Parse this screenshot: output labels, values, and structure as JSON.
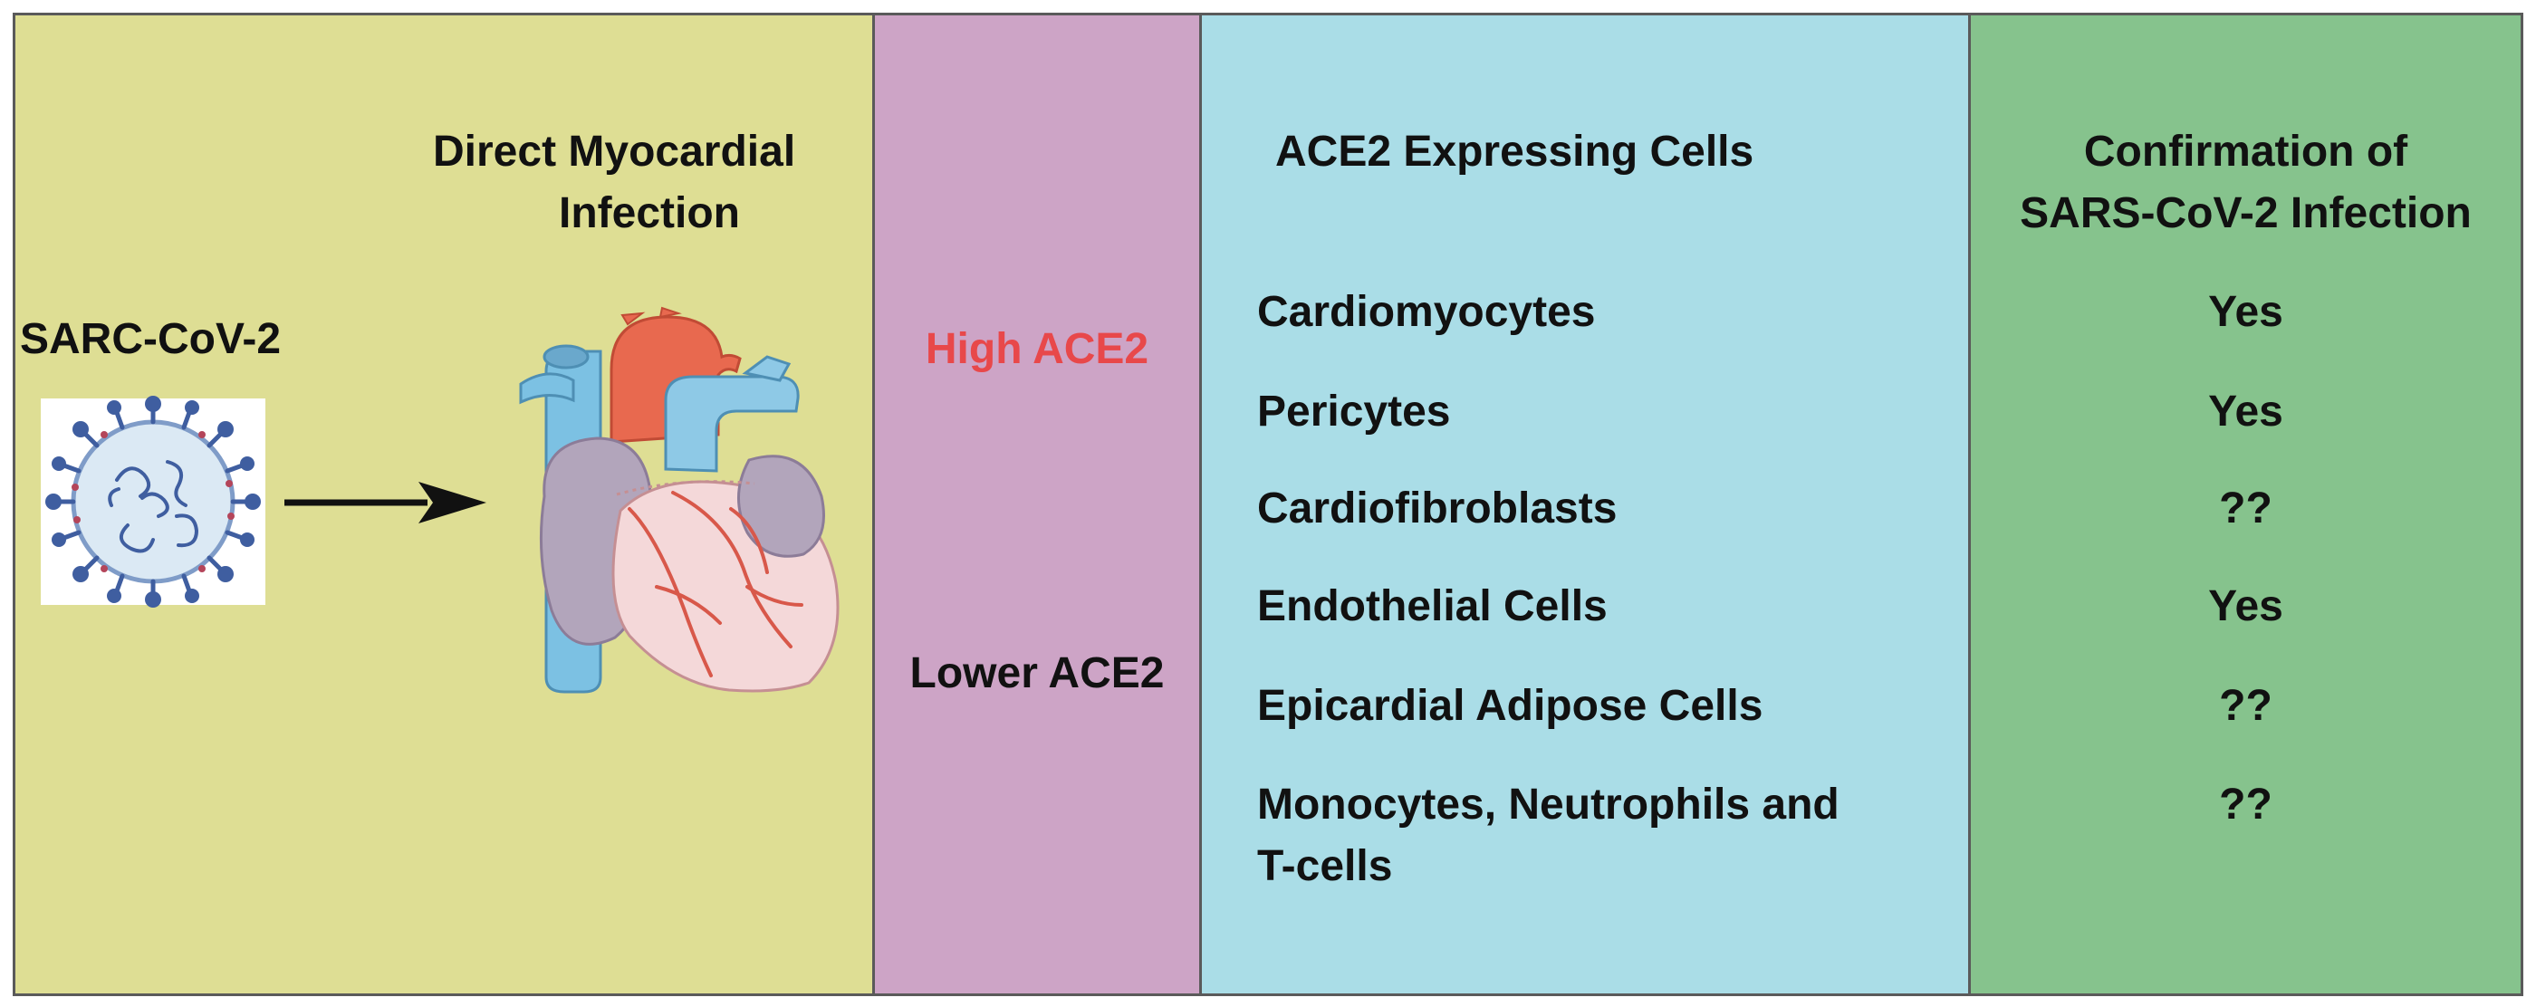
{
  "infection_panel": {
    "title_line1": "Direct Myocardial",
    "title_line2": "Infection",
    "virus_label": "SARC-CoV-2"
  },
  "ace2_level_panel": {
    "high": "High ACE2",
    "lower": "Lower ACE2"
  },
  "cells_panel": {
    "header": "ACE2 Expressing Cells",
    "rows": [
      {
        "cell": "Cardiomyocytes",
        "confirmed": "Yes",
        "highlight": true
      },
      {
        "cell": "Pericytes",
        "confirmed": "Yes",
        "highlight": true
      },
      {
        "cell": "Cardiofibroblasts",
        "confirmed": "??",
        "highlight": false
      },
      {
        "cell": "Endothelial Cells",
        "confirmed": "Yes",
        "highlight": false
      },
      {
        "cell": "Epicardial Adipose Cells",
        "confirmed": "??",
        "highlight": false
      },
      {
        "cell": "Monocytes, Neutrophils and",
        "cell_line2": "T-cells",
        "confirmed": "??",
        "highlight": false
      }
    ]
  },
  "confirmation_panel": {
    "header_line1": "Confirmation of",
    "header_line2": "SARS-CoV-2 Infection"
  },
  "colors": {
    "infection_panel": "#dede94",
    "ace2_level_panel": "#cda4c6",
    "cells_panel": "#aadde7",
    "confirmation_panel": "#86c38d",
    "highlight_text": "#e8484a"
  },
  "icons": {
    "virus": "coronavirus-icon",
    "arrow": "right-arrow-icon",
    "heart": "anatomical-heart-icon"
  }
}
